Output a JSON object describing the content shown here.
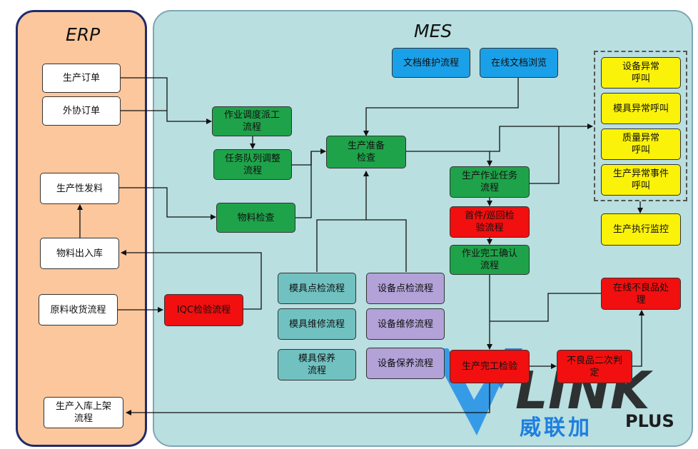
{
  "erp": {
    "title": "ERP",
    "items": {
      "production_order": "生产订单",
      "outsource_order": "外协订单",
      "production_issue": "生产性发料",
      "material_io": "物料出入库",
      "raw_receipt": "原料收货流程",
      "production_shelving": "生产入库上架\n流程"
    }
  },
  "mes": {
    "title": "MES",
    "items": {
      "doc_maintenance": "文档维护流程",
      "online_doc_browse": "在线文档浏览",
      "dispatch": "作业调度派工\n流程",
      "task_queue": "任务队列调整\n流程",
      "material_check": "物料检查",
      "production_prep": "生产准备\n检查",
      "production_task": "生产作业任务\n流程",
      "first_patrol_inspection": "首件/巡回检\n验流程",
      "completion_confirm": "作业完工确认\n流程",
      "iqc": "IQC检验流程",
      "mold_spot_check": "模具点检流程",
      "mold_repair": "模具维修流程",
      "mold_maintenance": "模具保养\n流程",
      "equip_spot_check": "设备点检流程",
      "equip_repair": "设备维修流程",
      "equip_maintenance": "设备保养流程",
      "final_inspection": "生产完工检验",
      "defect_second_judgment": "不良品二次判\n定",
      "online_defect_handling": "在线不良品处\n理",
      "equip_alarm": "设备异常\n呼叫",
      "mold_alarm": "模具异常呼叫",
      "quality_alarm": "质量异常\n呼叫",
      "production_event_alarm": "生产异常事件\n呼叫",
      "execution_monitor": "生产执行监控"
    }
  },
  "watermark": {
    "brand": "LINK",
    "cn": "威联加",
    "plus": "PLUS"
  },
  "colors": {
    "erp_bg": "#fcc79c",
    "mes_bg": "#b9dfe0",
    "green": "#1fa34a",
    "red": "#f20f0f",
    "blue": "#1aa0e8",
    "yellow": "#fbf20a",
    "teal": "#71c1c1",
    "lavender": "#b2a2d8"
  }
}
